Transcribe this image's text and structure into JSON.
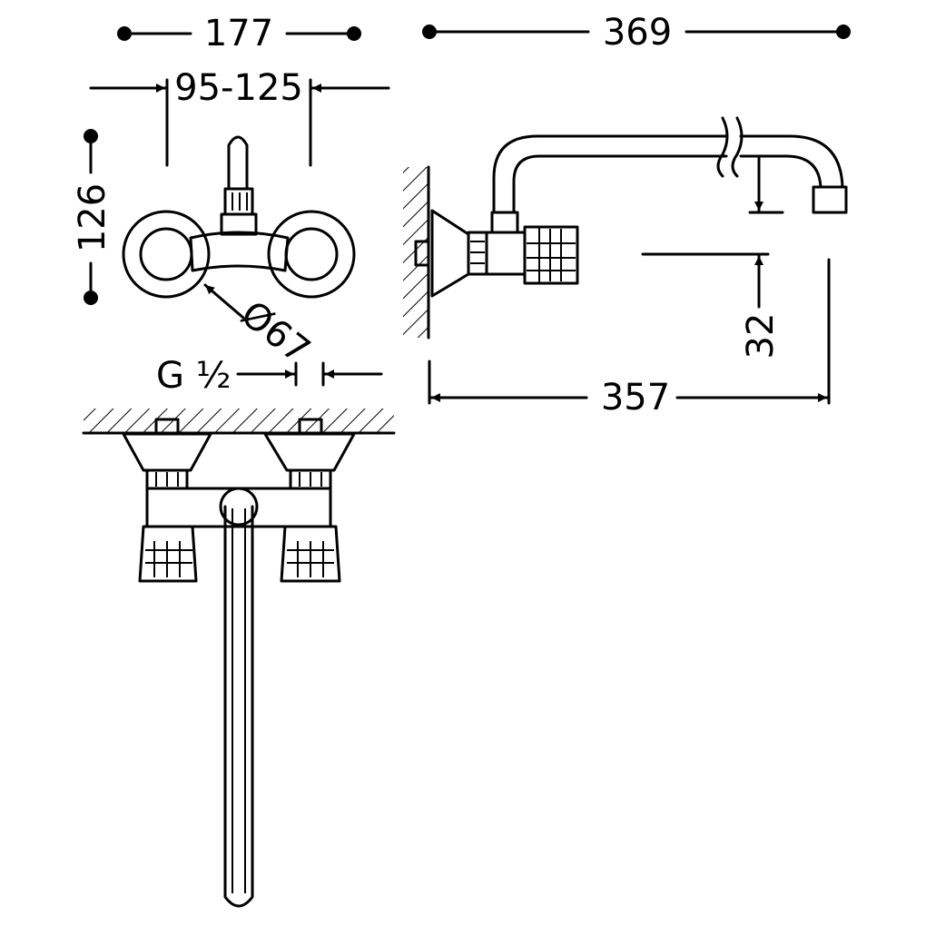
{
  "dimensions": {
    "overall_width": "177",
    "centers": "95-125",
    "height": "126",
    "rosette": "Ø67",
    "thread": "G ½",
    "projection": "369",
    "spout_reach": "357",
    "spout_drop": "32"
  }
}
